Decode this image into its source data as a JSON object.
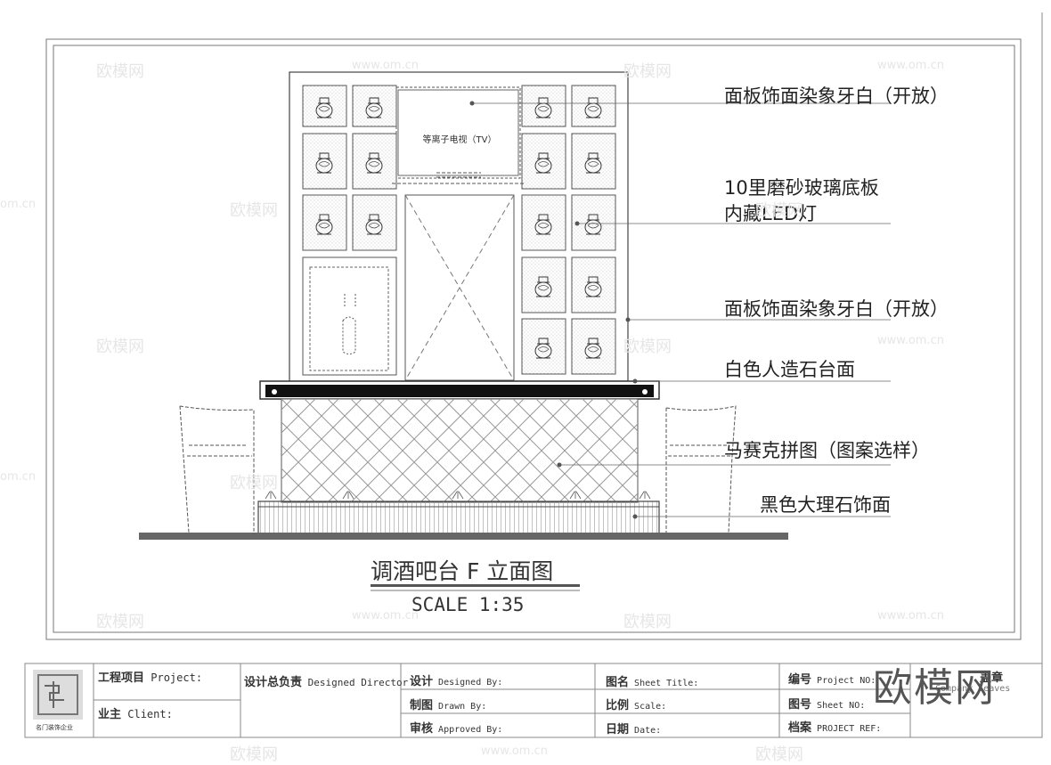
{
  "drawing": {
    "title": "调酒吧台 F 立面图",
    "scale": "SCALE 1:35",
    "tv_label": "等离子电视（TV）"
  },
  "callouts": [
    {
      "id": "panel-top",
      "text": "面板饰面染象牙白（开放）"
    },
    {
      "id": "glass-1",
      "text": "10里磨砂玻璃底板"
    },
    {
      "id": "glass-2",
      "text": "内藏LED灯"
    },
    {
      "id": "panel-mid",
      "text": "面板饰面染象牙白（开放）"
    },
    {
      "id": "counter",
      "text": "白色人造石台面"
    },
    {
      "id": "mosaic",
      "text": "马赛克拼图（图案选样）"
    },
    {
      "id": "marble",
      "text": "黑色大理石饰面"
    }
  ],
  "title_block": {
    "project": "工程项目",
    "project_en": "Project:",
    "client": "业主",
    "client_en": "Client:",
    "director": "设计总负责",
    "director_en": "Designed Director",
    "designed": "设计",
    "designed_en": "Designed By:",
    "drawn": "制图",
    "drawn_en": "Drawn By:",
    "approved": "审核",
    "approved_en": "Approved By:",
    "sheet_title": "图名",
    "sheet_title_en": "Sheet Title:",
    "scale": "比例",
    "scale_en": "Scale:",
    "date": "日期",
    "date_en": "Date:",
    "project_no": "编号",
    "project_no_en": "Project NO:",
    "sheet_no": "图号",
    "sheet_no_en": "Sheet NO:",
    "ref": "档案",
    "ref_en": "PROJECT REF:",
    "seal": "盖章",
    "seal_en": "Company Leaves",
    "logo_caption": "名门装饰企业"
  },
  "watermarks": {
    "brand": "欧模网",
    "url": "www.om.cn",
    "url_short": "om.cn"
  }
}
